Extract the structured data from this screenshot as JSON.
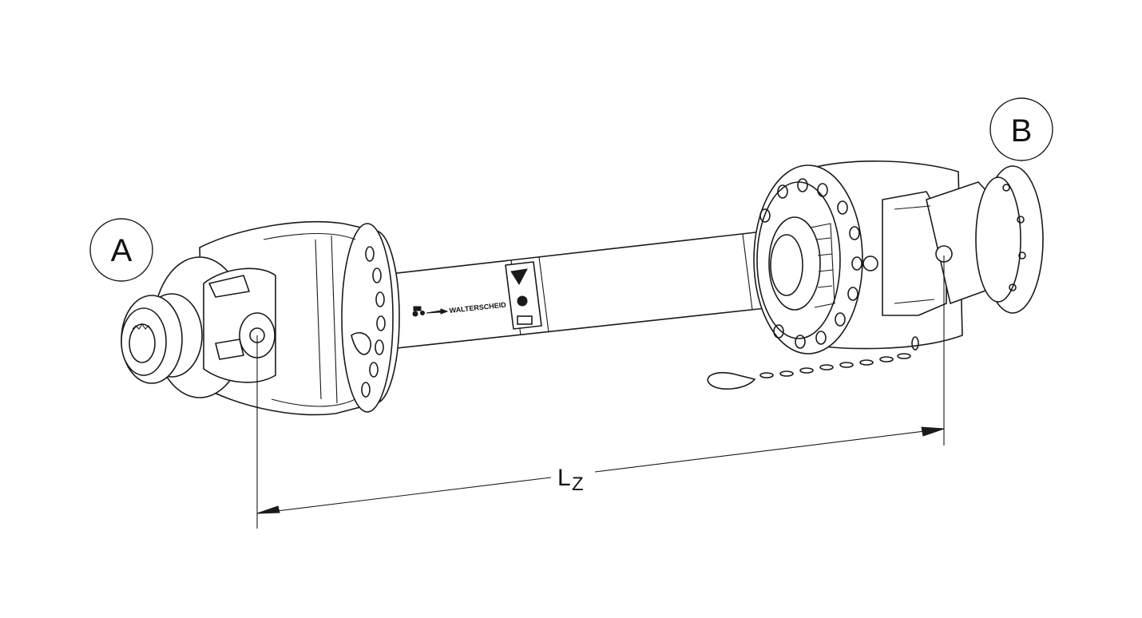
{
  "diagram": {
    "callout_a": "A",
    "callout_b": "B",
    "dimension_main": "L",
    "dimension_sub": "Z",
    "brand_text": "WALTERSCHEID",
    "colors": {
      "line": "#1a1a1a",
      "background": "#ffffff"
    }
  }
}
